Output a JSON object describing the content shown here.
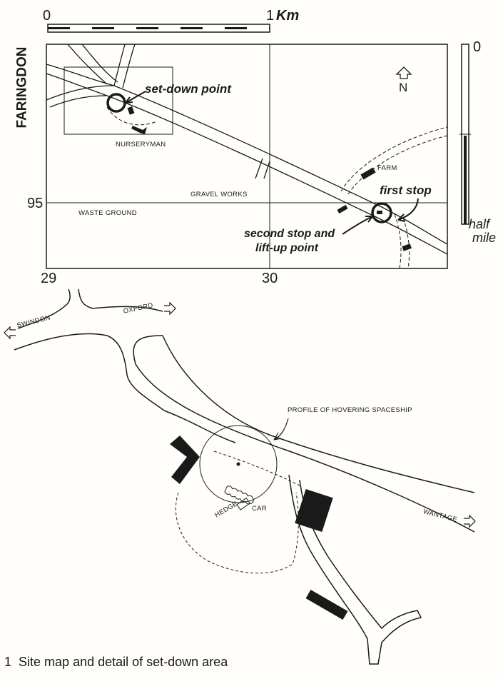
{
  "scale_bar": {
    "start": "0",
    "end": "1",
    "unit": "Km"
  },
  "vertical_scale": {
    "top": "0",
    "bottom_line1": "half",
    "bottom_line2": "mile"
  },
  "site_map": {
    "place_name": "FARINGDON",
    "north_label": "N",
    "grid": {
      "row_label": "95",
      "col_labels": [
        "29",
        "30"
      ]
    },
    "labels": {
      "set_down_point": "set-down point",
      "nurseryman": "NURSERYMAN",
      "farm": "FARM",
      "gravel_works": "GRAVEL WORKS",
      "waste_ground": "WASTE GROUND",
      "first_stop": "first stop",
      "second_stop_line1": "second stop and",
      "second_stop_line2": "lift-up point"
    }
  },
  "detail": {
    "swindon": "SWINDON",
    "oxford": "OXFORD",
    "wantage": "WANTAGE",
    "profile": "PROFILE OF HOVERING SPACESHIP",
    "hedge": "HEDGE",
    "car": "CAR"
  },
  "caption": {
    "number": "1",
    "text": "Site map and detail of set-down area"
  }
}
